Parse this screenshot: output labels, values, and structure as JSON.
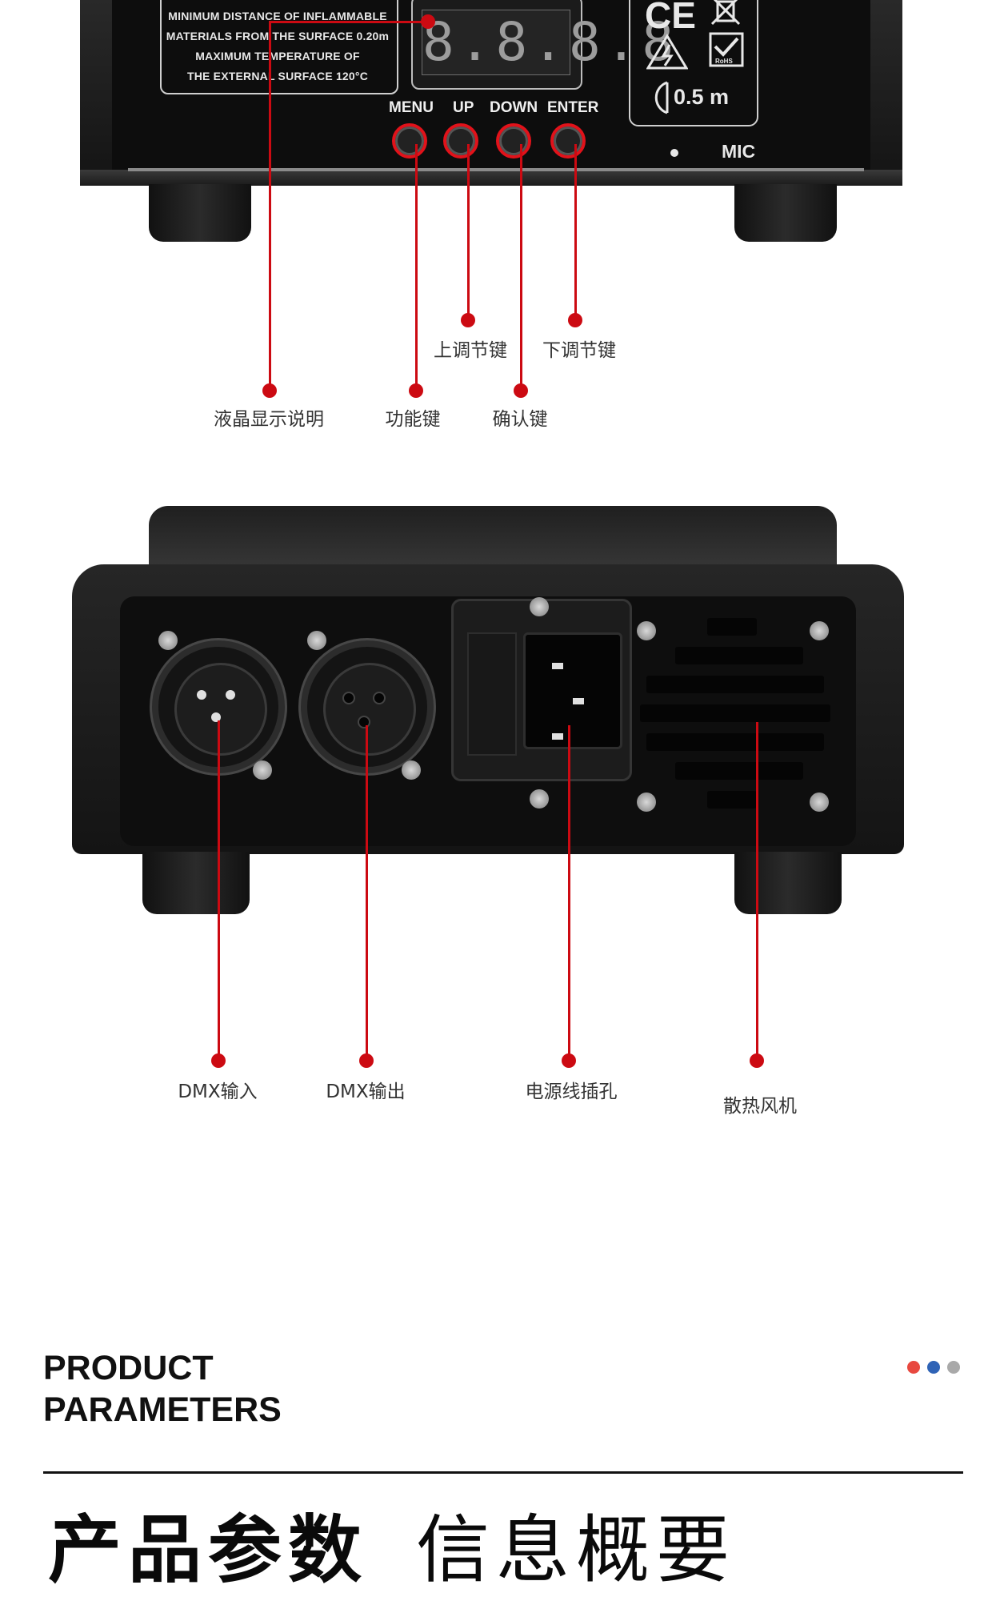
{
  "control_panel": {
    "warning_lines": [
      "MINIMUM DISTANCE OF INFLAMMABLE",
      "MATERIALS FROM THE SURFACE 0.20m",
      "MAXIMUM TEMPERATURE OF",
      "THE EXTERNAL SURFACE 120°C"
    ],
    "display_value": "8.8.8.8",
    "buttons": [
      "MENU",
      "UP",
      "DOWN",
      "ENTER"
    ],
    "marks": {
      "ce": "CE",
      "rohs": "RoHS",
      "distance": "0.5 m"
    },
    "mic_label": "MIC"
  },
  "control_callouts": {
    "up_key": "上调节键",
    "down_key": "下调节键",
    "display_desc": "液晶显示说明",
    "function_key": "功能键",
    "confirm_key": "确认键"
  },
  "rear_callouts": {
    "dmx_in": "DMX输入",
    "dmx_out": "DMX输出",
    "power_socket": "电源线插孔",
    "cooling_fan": "散热风机"
  },
  "parameters": {
    "title_en_line1": "PRODUCT",
    "title_en_line2": "PARAMETERS",
    "title_zh_bold": "产品参数",
    "title_zh_light": "信息概要",
    "pager_colors": [
      "#e8483f",
      "#2f63b6",
      "#a9a9a9"
    ]
  }
}
